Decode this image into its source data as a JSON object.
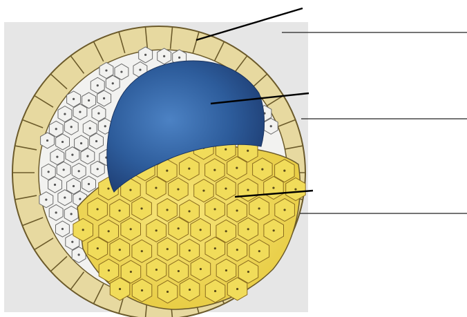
{
  "figure": {
    "subject": "embryo-cross-section",
    "regions": [
      {
        "name": "outer-cell-layer",
        "fill": "#e7d9a0"
      },
      {
        "name": "inner-animal-cells",
        "fill": "#f2f2f0"
      },
      {
        "name": "blastocoel-cavity",
        "fill": "#2f5f9e"
      },
      {
        "name": "yolk-cells",
        "fill": "#f1dc5a"
      }
    ],
    "label_blanks": [
      {
        "name": "blank-1",
        "text": ""
      },
      {
        "name": "blank-2",
        "text": ""
      },
      {
        "name": "blank-3",
        "text": ""
      }
    ]
  },
  "colors": {
    "background": "#ffffff",
    "panel": "#e6e6e6",
    "outline": "#6b5a2a",
    "pointer": "#000000"
  }
}
